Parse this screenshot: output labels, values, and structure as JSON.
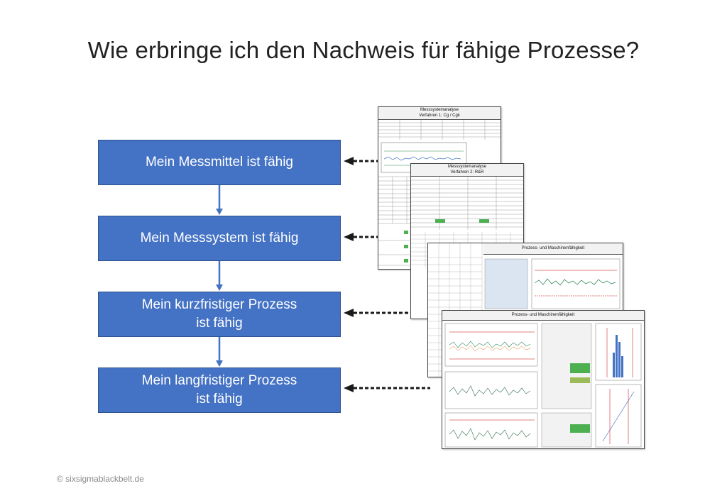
{
  "title": "Wie erbringe ich den Nachweis für fähige Prozesse?",
  "steps": [
    {
      "lines": [
        "Mein Messmittel ist fähig"
      ]
    },
    {
      "lines": [
        "Mein Messsystem ist fähig"
      ]
    },
    {
      "lines": [
        "Mein kurzfristiger Prozess",
        "ist fähig"
      ]
    },
    {
      "lines": [
        "Mein langfristiger Prozess",
        "ist fähig"
      ]
    }
  ],
  "sheets": [
    {
      "title": "Messsystemanalyse",
      "subtitle": "Verfahren 1: Cg / Cgk"
    },
    {
      "title": "Messsystemanalyse",
      "subtitle": "Verfahren 2: R&R"
    },
    {
      "title": "Prozess- und Maschinenfähigkeit",
      "subtitle": ""
    },
    {
      "title": "Prozess- und Maschinenfähigkeit",
      "subtitle": ""
    }
  ],
  "colors": {
    "box_fill": "#4472c4",
    "box_border": "#2f528f",
    "connector": "#4472c4",
    "dash_arrow": "#1a1a1a"
  },
  "footer": "© sixsigmablackbelt.de"
}
